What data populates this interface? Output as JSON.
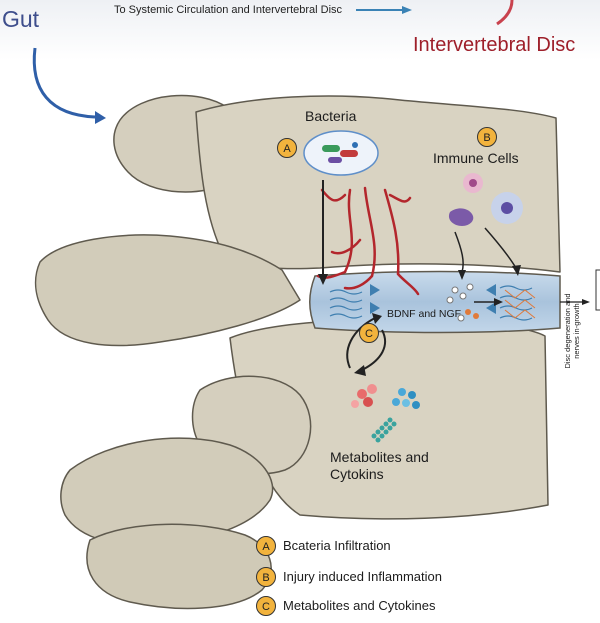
{
  "header": {
    "gut": "Gut",
    "caption": "To Systemic Circulation and Intervertebral Disc",
    "disc": "Intervertebral Disc"
  },
  "labels": {
    "bacteria": "Bacteria",
    "immune_cells": "Immune Cells",
    "bdnf_ngf": "BDNF and NGF",
    "metabolites": "Metabolites and Cytokins",
    "side_note": "Disc degeneration and nerves in-growth"
  },
  "badges": {
    "a": "A",
    "b": "B",
    "c": "C"
  },
  "legend": [
    {
      "key": "A",
      "text": "Bcateria Infiltration"
    },
    {
      "key": "B",
      "text": "Injury induced Inflammation"
    },
    {
      "key": "C",
      "text": "Metabolites and Cytokines"
    }
  ],
  "colors": {
    "bone": "#d9d3c2",
    "bone_outline": "#5f5a4e",
    "disc": "#b9cfe3",
    "vessel": "#b3262c",
    "gut_blue": "#3e4e8c",
    "disc_red": "#9e1f2a",
    "badge": "#f2b33d"
  }
}
